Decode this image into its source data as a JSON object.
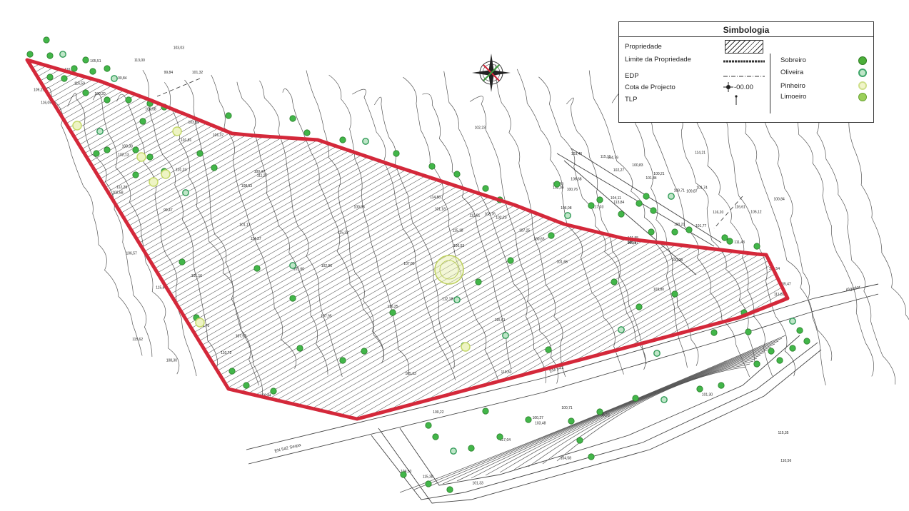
{
  "legend": {
    "title": "Simbologia",
    "items": [
      {
        "label": "Propriedade",
        "symbol": "hatch-pattern-icon"
      },
      {
        "label": "Limite da Propriedade",
        "symbol": "boundary-line-icon"
      },
      {
        "label": "EDP",
        "symbol": "dashed-line-icon"
      },
      {
        "label": "Cota de Projecto",
        "symbol": "elevation-marker-icon",
        "sample": "-00.00"
      },
      {
        "label": "TLP",
        "symbol": "pole-marker-icon"
      }
    ],
    "trees": [
      {
        "label": "Sobreiro",
        "color": "#4caf3a"
      },
      {
        "label": "Oliveira",
        "color": "#3fa66a"
      },
      {
        "label": "Pinheiro",
        "color": "#cfe08a"
      },
      {
        "label": "Limoeiro",
        "color": "#9bcf5a"
      }
    ]
  },
  "road_labels": {
    "west": "EN 542 Serpa",
    "middle": "EM 542",
    "east": "Algodor"
  },
  "colors": {
    "boundary": "#d4283a",
    "hatch": "#222222",
    "contour": "#444444",
    "tree_green": "#39b54a",
    "pine_yellow": "#d7e58a"
  },
  "elevations": [
    "116,05",
    "114,37",
    "110,72",
    "115,61",
    "116,20",
    "117,04",
    "117,03",
    "116,10",
    "115,62",
    "115,32",
    "114,80",
    "113,84",
    "115,35",
    "115,11",
    "116,59",
    "115,67",
    "116,25",
    "115,18",
    "116,61",
    "115,38",
    "114,21",
    "113,00",
    "112,29",
    "111,27",
    "112,61",
    "111,69",
    "110,56",
    "109,87",
    "109,29",
    "108,53",
    "107,52",
    "106,68",
    "105,47",
    "104,50",
    "103,46",
    "103,03",
    "102,58",
    "102,23",
    "102,09",
    "101,77",
    "101,33",
    "100,21",
    "99,84",
    "99,47",
    "100,06",
    "112,18",
    "111,43",
    "110,50",
    "109,71",
    "108,58",
    "108,30",
    "107,95",
    "107,25",
    "106,37",
    "105,33",
    "104,11",
    "103,89",
    "103,38",
    "102,20",
    "101,55",
    "100,84",
    "100,71",
    "101,84",
    "101,32",
    "102,13",
    "102,96",
    "103,76",
    "103,80",
    "104,58",
    "104,79",
    "105,51",
    "106,57",
    "107,80",
    "106,08",
    "105,12",
    "103,48",
    "102,27",
    "101,91",
    "101,17",
    "100,44",
    "100,65",
    "100,28",
    "100,22",
    "100,76",
    "100,20",
    "100,70",
    "100,47",
    "100,53",
    "101,54",
    "101,30",
    "101,74",
    "100,84",
    "101,24",
    "101,60",
    "100,50",
    "100,21",
    "100,27",
    "100,83",
    "101,37",
    "101,16",
    "101,18",
    "101,65",
    "99,65",
    "99,23"
  ]
}
